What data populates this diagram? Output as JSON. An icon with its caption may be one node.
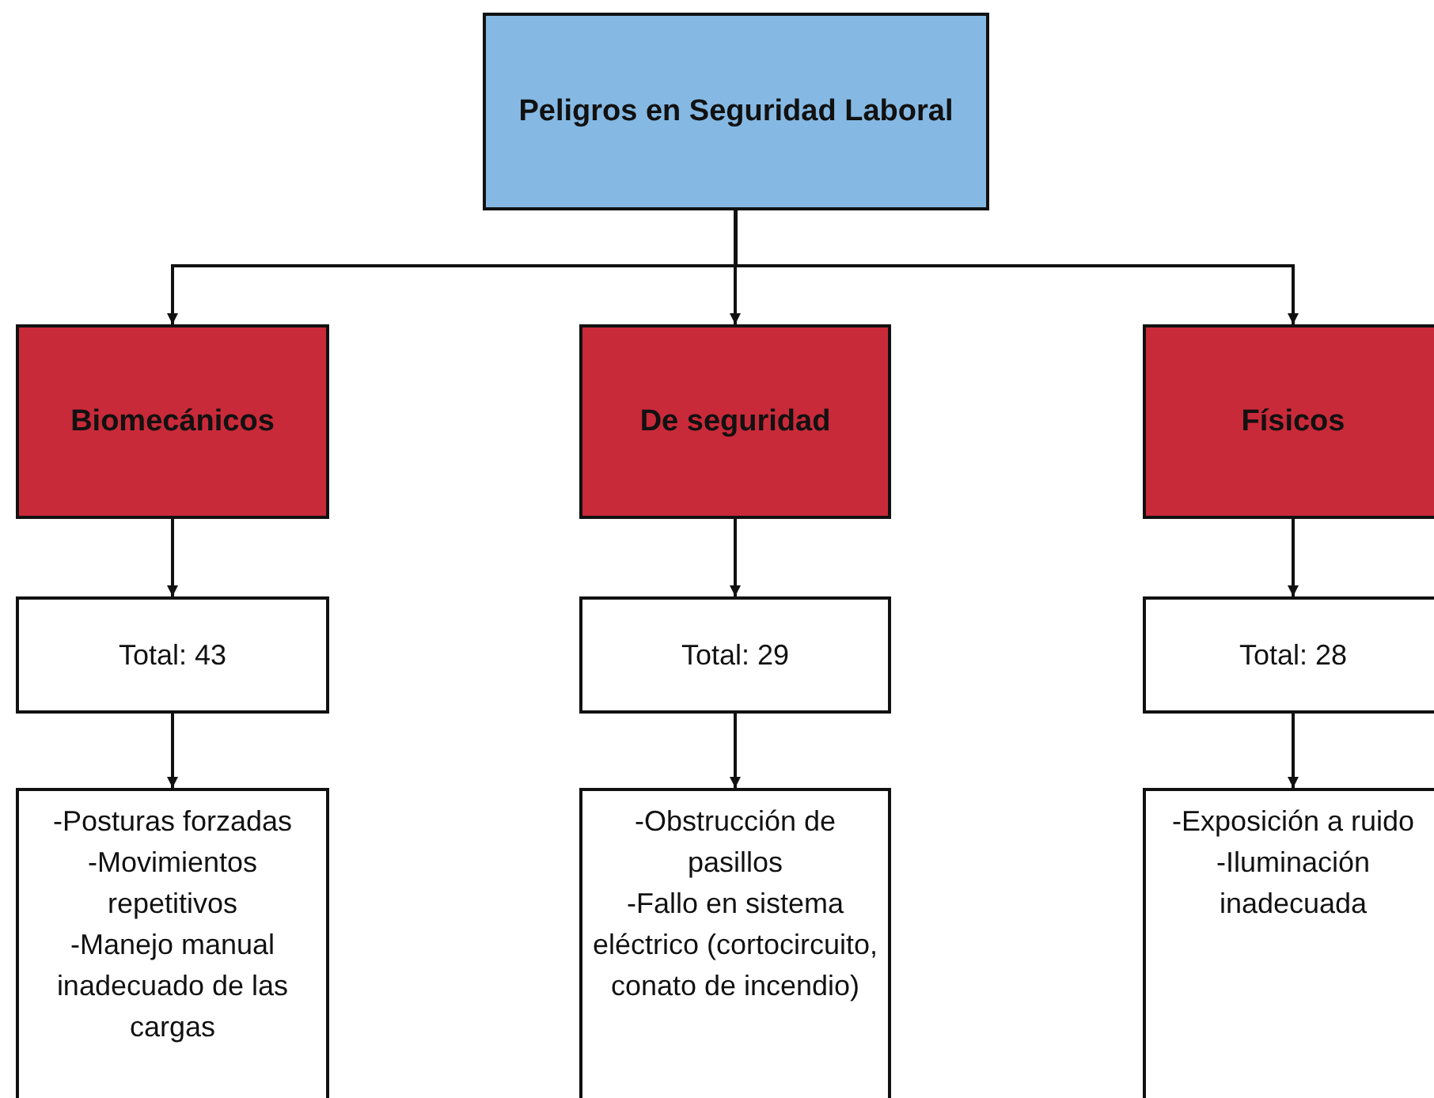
{
  "diagram": {
    "nodes": [
      {
        "text": [
          "Peligros en Seguridad Laboral"
        ]
      },
      {
        "text": [
          "Biomecánicos"
        ]
      },
      {
        "text": [
          "De seguridad"
        ]
      },
      {
        "text": [
          "Físicos"
        ]
      },
      {
        "text": [
          "Total: 43"
        ]
      },
      {
        "text": [
          "Total: 29"
        ]
      },
      {
        "text": [
          "Total: 28"
        ]
      },
      {
        "text": [
          "-Posturas forzadas",
          "-Movimientos repetitivos",
          "-Manejo manual inadecuado de las cargas"
        ]
      },
      {
        "text": [
          "-Obstrucción de pasillos",
          "-Fallo en sistema eléctrico (cortocircuito, conato de incendio)"
        ]
      },
      {
        "text": [
          "-Exposición a ruido",
          "-Iluminación inadecuada"
        ]
      }
    ],
    "edges": [
      {
        "from": 0,
        "to": 1,
        "arrow": "to"
      },
      {
        "from": 0,
        "to": 2,
        "arrow": "to"
      },
      {
        "from": 0,
        "to": 3,
        "arrow": "to"
      },
      {
        "from": 1,
        "to": 4,
        "arrow": "to"
      },
      {
        "from": 2,
        "to": 5,
        "arrow": "to"
      },
      {
        "from": 3,
        "to": 6,
        "arrow": "to"
      },
      {
        "from": 4,
        "to": 7,
        "arrow": "to"
      },
      {
        "from": 5,
        "to": 8,
        "arrow": "to"
      },
      {
        "from": 6,
        "to": 9,
        "arrow": "to"
      }
    ]
  }
}
